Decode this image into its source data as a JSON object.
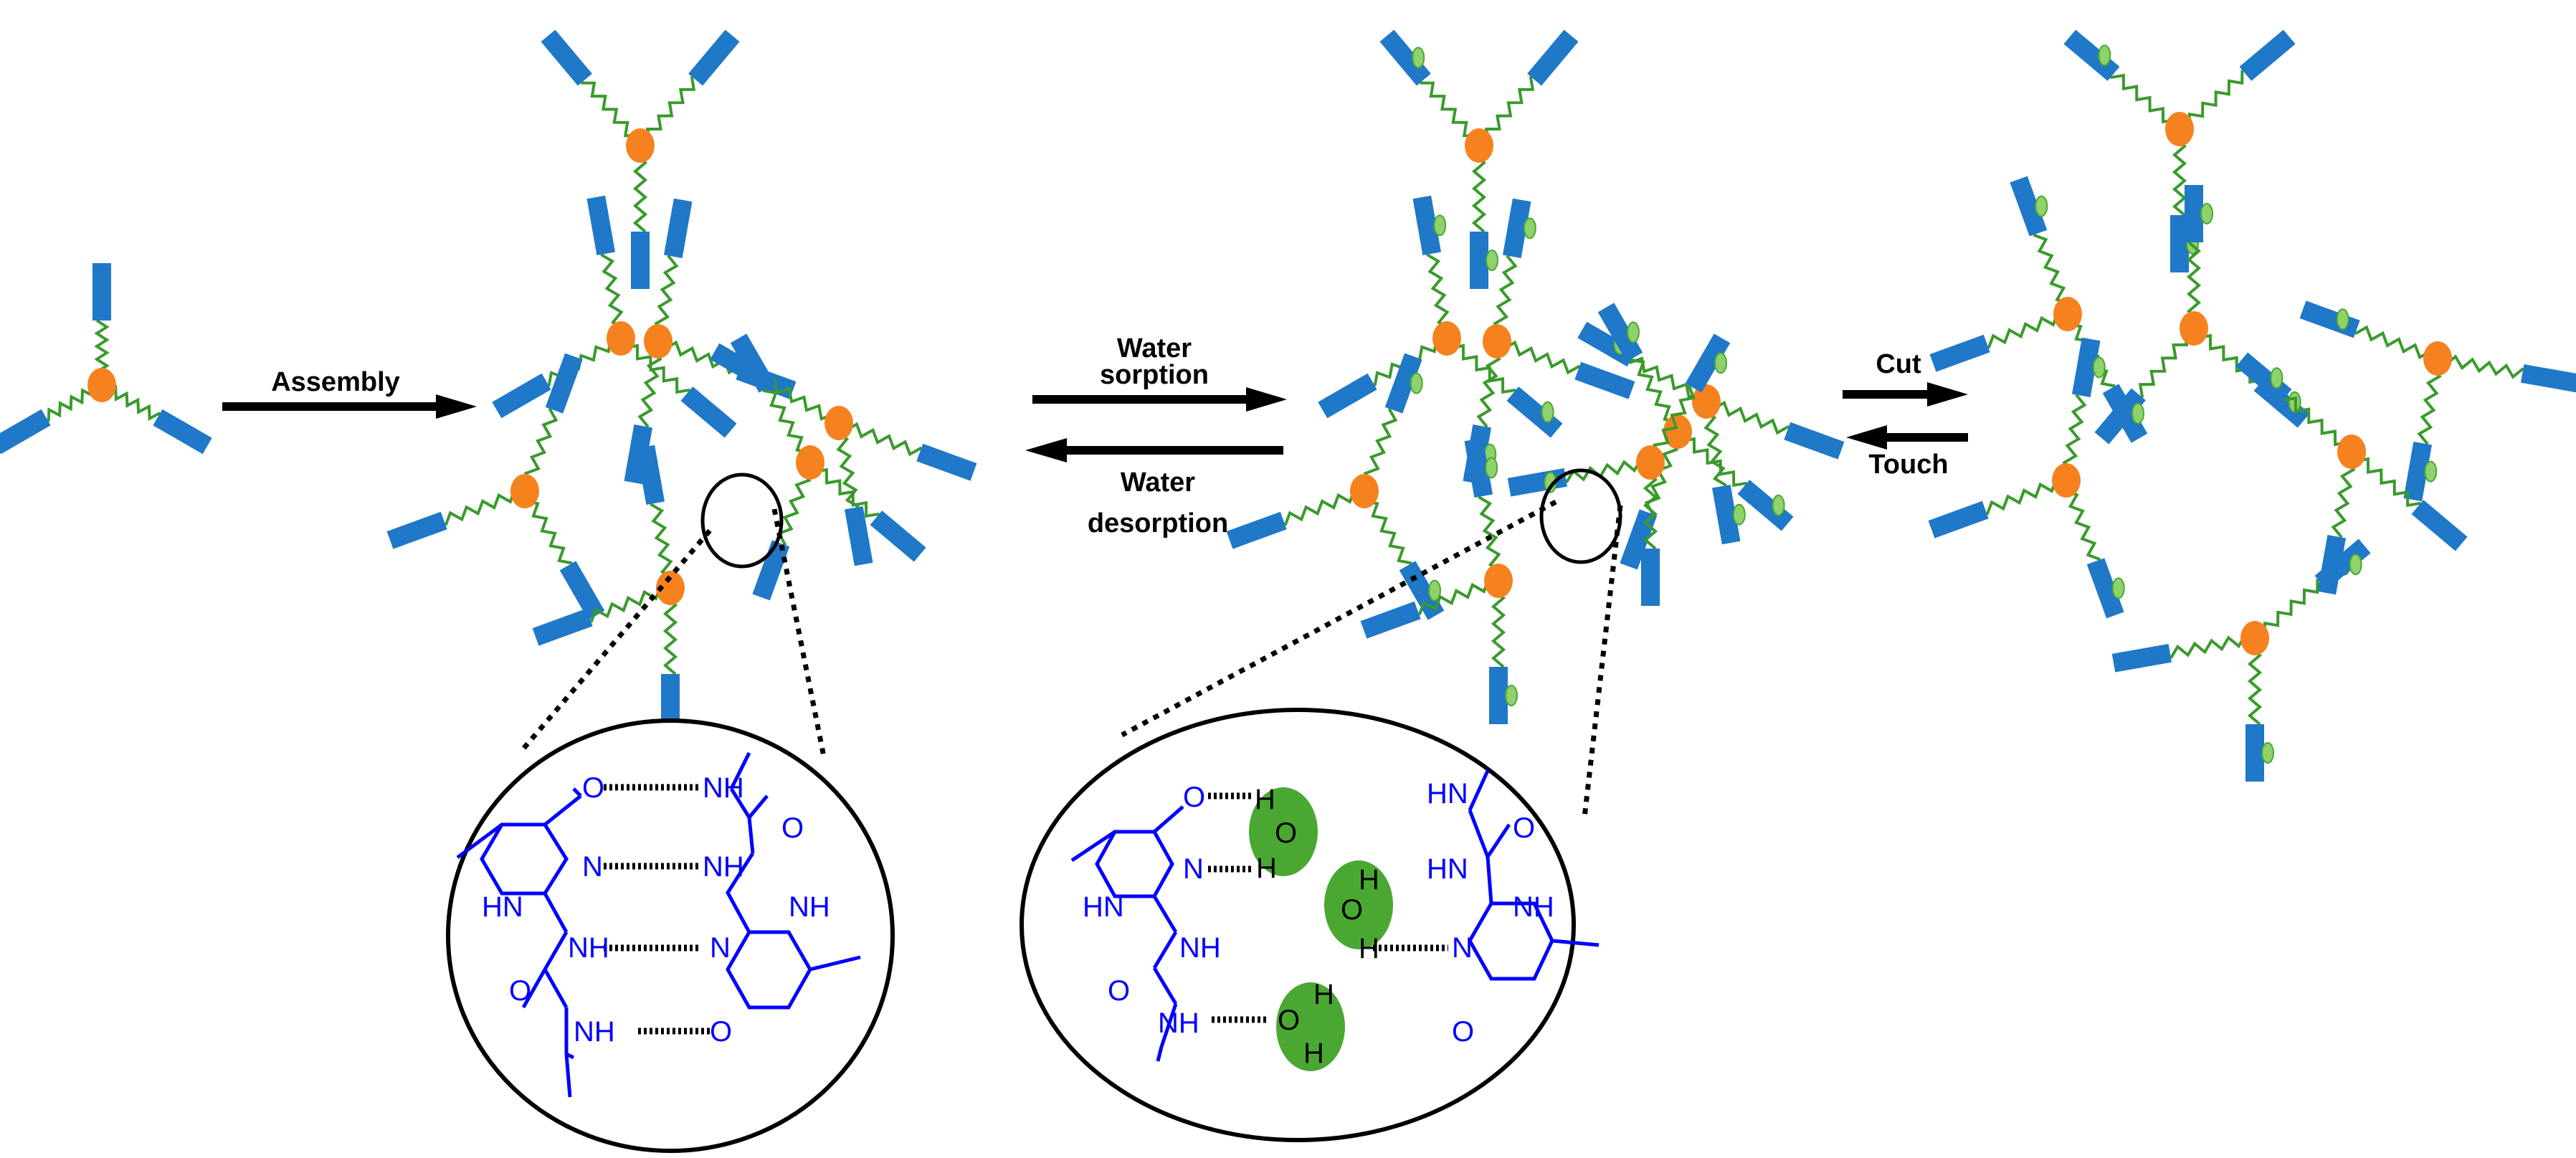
{
  "labels": {
    "assembly": "Assembly",
    "water_sorption_1": "Water",
    "water_sorption_2": "sorption",
    "water_desorption_1": "Water",
    "water_desorption_2": "desorption",
    "cut": "Cut",
    "touch": "Touch"
  },
  "dimer": {
    "o_top": "O",
    "nh_top": "NH",
    "n_mid": "N",
    "nh_mid": "NH",
    "hn_left": "HN",
    "nh_right": "NH",
    "nh_low": "NH",
    "n_low": "N",
    "o_left": "O",
    "o_right": "O",
    "nh_bot": "NH",
    "o_bot": "O"
  },
  "hydrated": {
    "o_a": "O",
    "n_a": "N",
    "hn_a": "HN",
    "nh_a": "NH",
    "o_a2": "O",
    "nh_a2": "NH",
    "hn_b": "HN",
    "nh_b1": "HN",
    "o_b": "O",
    "nh_b": "NH",
    "n_b": "N",
    "o_b2": "O",
    "water": [
      "H",
      "O",
      "H"
    ]
  },
  "colors": {
    "core": "#f5821f",
    "arm": "#1f78c8",
    "linker": "#3a9a2c",
    "water": "#4aa832",
    "chem": "#0000ff"
  }
}
